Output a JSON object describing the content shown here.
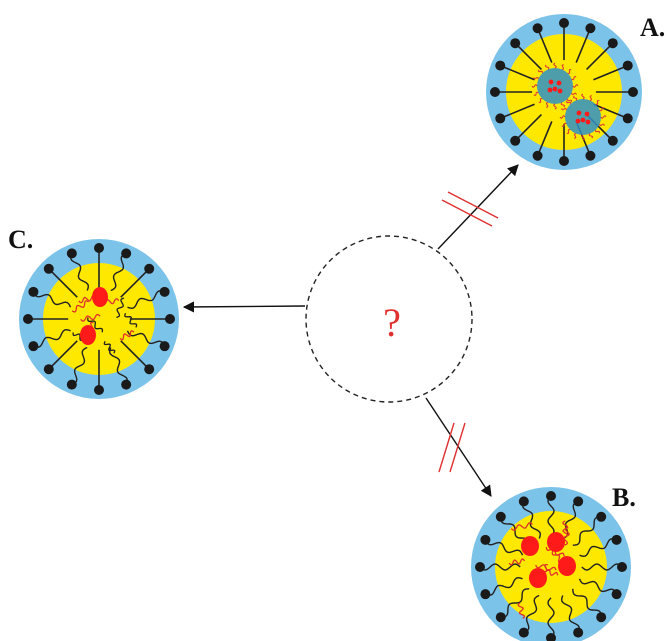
{
  "labels": {
    "a": "A.",
    "b": "B.",
    "c": "C."
  },
  "center_symbol": "?",
  "colors": {
    "shell": "#7cc3ea",
    "core": "#ffe800",
    "head": "#1a1a1a",
    "drug": "#ff1a1a",
    "strand": "#e0312a",
    "cluster": "#2f8fc8",
    "arrow": "#111111",
    "blocked_mark": "#e03030",
    "question": "#e03030"
  },
  "nodes": [
    {
      "id": "A",
      "description_icon": "micelle-with-nanoparticle-clusters-icon"
    },
    {
      "id": "B",
      "description_icon": "micelle-with-drug-and-strands-icon"
    },
    {
      "id": "C",
      "description_icon": "micelle-with-drug-and-mixed-strands-icon"
    }
  ]
}
